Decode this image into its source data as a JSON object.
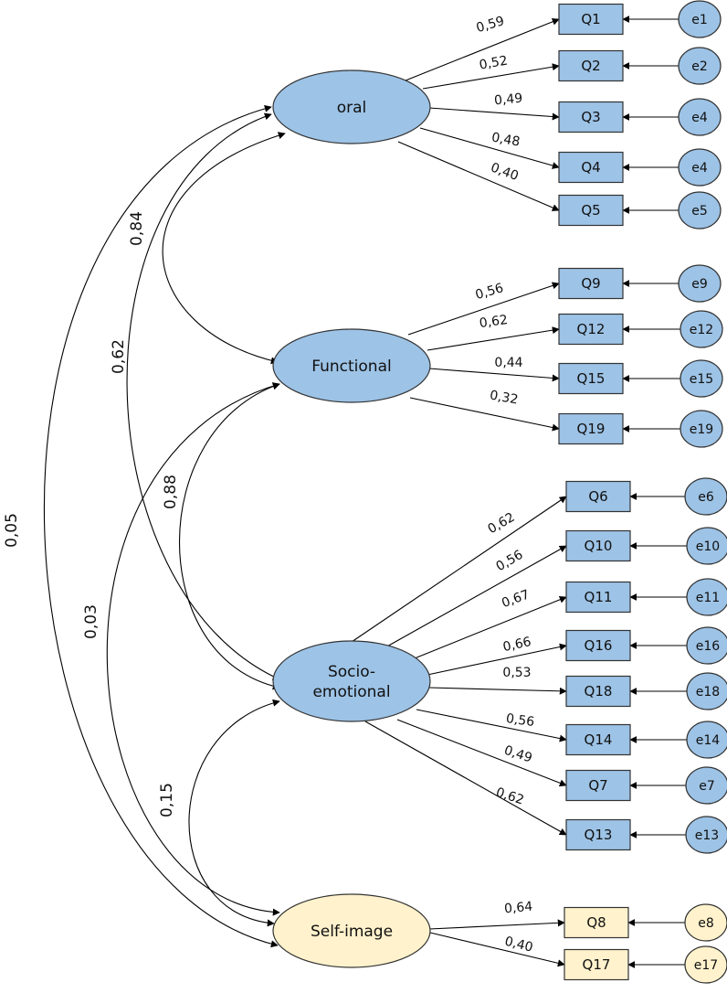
{
  "colors": {
    "blue_fill": "#9DC3E6",
    "yellow_fill": "#FFF2CC",
    "stroke": "#333333",
    "arrow": "#000000"
  },
  "factors": [
    {
      "id": "oral",
      "label": "oral",
      "color": "blue"
    },
    {
      "id": "functional",
      "label": "Functional",
      "color": "blue"
    },
    {
      "id": "socio",
      "label_lines": [
        "Socio-",
        "emotional"
      ],
      "color": "blue"
    },
    {
      "id": "self",
      "label": "Self-image",
      "color": "yellow"
    }
  ],
  "items": [
    {
      "factor": "oral",
      "item": "Q1",
      "error": "e1",
      "loading": "0,59"
    },
    {
      "factor": "oral",
      "item": "Q2",
      "error": "e2",
      "loading": "0,52"
    },
    {
      "factor": "oral",
      "item": "Q3",
      "error": "e4",
      "loading": "0,49"
    },
    {
      "factor": "oral",
      "item": "Q4",
      "error": "e4",
      "loading": "0,48"
    },
    {
      "factor": "oral",
      "item": "Q5",
      "error": "e5",
      "loading": "0,40"
    },
    {
      "factor": "functional",
      "item": "Q9",
      "error": "e9",
      "loading": "0,56"
    },
    {
      "factor": "functional",
      "item": "Q12",
      "error": "e12",
      "loading": "0,62"
    },
    {
      "factor": "functional",
      "item": "Q15",
      "error": "e15",
      "loading": "0,44"
    },
    {
      "factor": "functional",
      "item": "Q19",
      "error": "e19",
      "loading": "0,32"
    },
    {
      "factor": "socio",
      "item": "Q6",
      "error": "e6",
      "loading": "0,62"
    },
    {
      "factor": "socio",
      "item": "Q10",
      "error": "e10",
      "loading": "0,56"
    },
    {
      "factor": "socio",
      "item": "Q11",
      "error": "e11",
      "loading": "0,67"
    },
    {
      "factor": "socio",
      "item": "Q16",
      "error": "e16",
      "loading": "0,66"
    },
    {
      "factor": "socio",
      "item": "Q18",
      "error": "e18",
      "loading": "0,53"
    },
    {
      "factor": "socio",
      "item": "Q14",
      "error": "e14",
      "loading": "0,56"
    },
    {
      "factor": "socio",
      "item": "Q7",
      "error": "e7",
      "loading": "0,49"
    },
    {
      "factor": "socio",
      "item": "Q13",
      "error": "e13",
      "loading": "0,62"
    },
    {
      "factor": "self",
      "item": "Q8",
      "error": "e8",
      "loading": "0,64"
    },
    {
      "factor": "self",
      "item": "Q17",
      "error": "e17",
      "loading": "0,40"
    }
  ],
  "correlations": [
    {
      "from": "oral",
      "to": "functional",
      "value": "0,84"
    },
    {
      "from": "oral",
      "to": "socio",
      "value": "0,62"
    },
    {
      "from": "oral",
      "to": "self",
      "value": "0,05"
    },
    {
      "from": "functional",
      "to": "socio",
      "value": "0,88"
    },
    {
      "from": "functional",
      "to": "self",
      "value": "0,03"
    },
    {
      "from": "socio",
      "to": "self",
      "value": "0,15"
    }
  ]
}
